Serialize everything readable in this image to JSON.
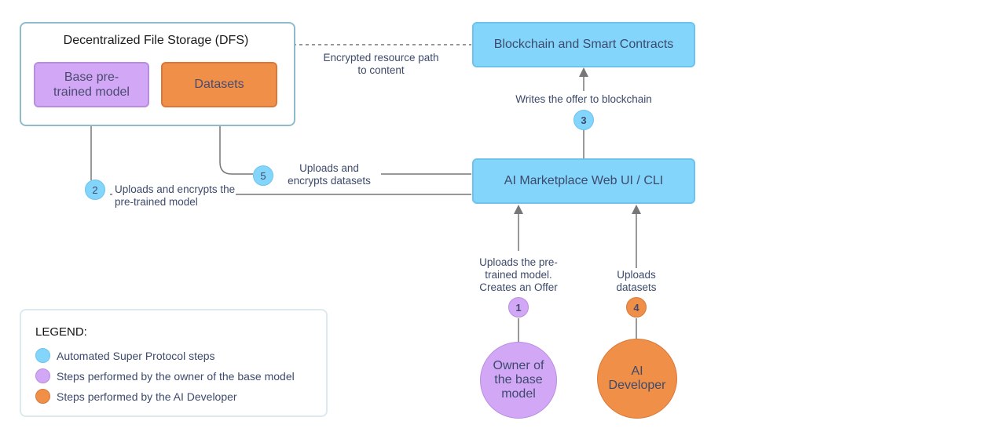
{
  "dfs": {
    "title": "Decentralized File Storage (DFS)",
    "base_model": "Base pre-trained model",
    "datasets": "Datasets"
  },
  "blockchain": {
    "label": "Blockchain and Smart Contracts"
  },
  "marketplace": {
    "label": "AI Marketplace Web UI / CLI"
  },
  "edges": {
    "dfs_to_blockchain": "Encrypted resource path to content",
    "writes_offer": "Writes the offer to blockchain",
    "uploads_datasets_encrypt": "Uploads and encrypts datasets",
    "uploads_model_encrypt": "Uploads and encrypts the  pre-trained model",
    "owner_uploads": "Uploads the pre-trained model. Creates an Offer",
    "dev_uploads": "Uploads datasets"
  },
  "steps": {
    "s1": "1",
    "s2": "2",
    "s3": "3",
    "s4": "4",
    "s5": "5"
  },
  "actors": {
    "owner": "Owner of the base model",
    "developer": "AI Developer"
  },
  "legend": {
    "title": "LEGEND:",
    "items": [
      {
        "label": "Automated Super Protocol steps",
        "color": "#83d5fb"
      },
      {
        "label": "Steps performed by the owner of the base model",
        "color": "#d2a8f6"
      },
      {
        "label": "Steps performed by the AI Developer",
        "color": "#ef8f48"
      }
    ]
  },
  "colors": {
    "automated": "#83d5fb",
    "owner": "#d2a8f6",
    "developer": "#ef8f48",
    "line": "#777777"
  }
}
